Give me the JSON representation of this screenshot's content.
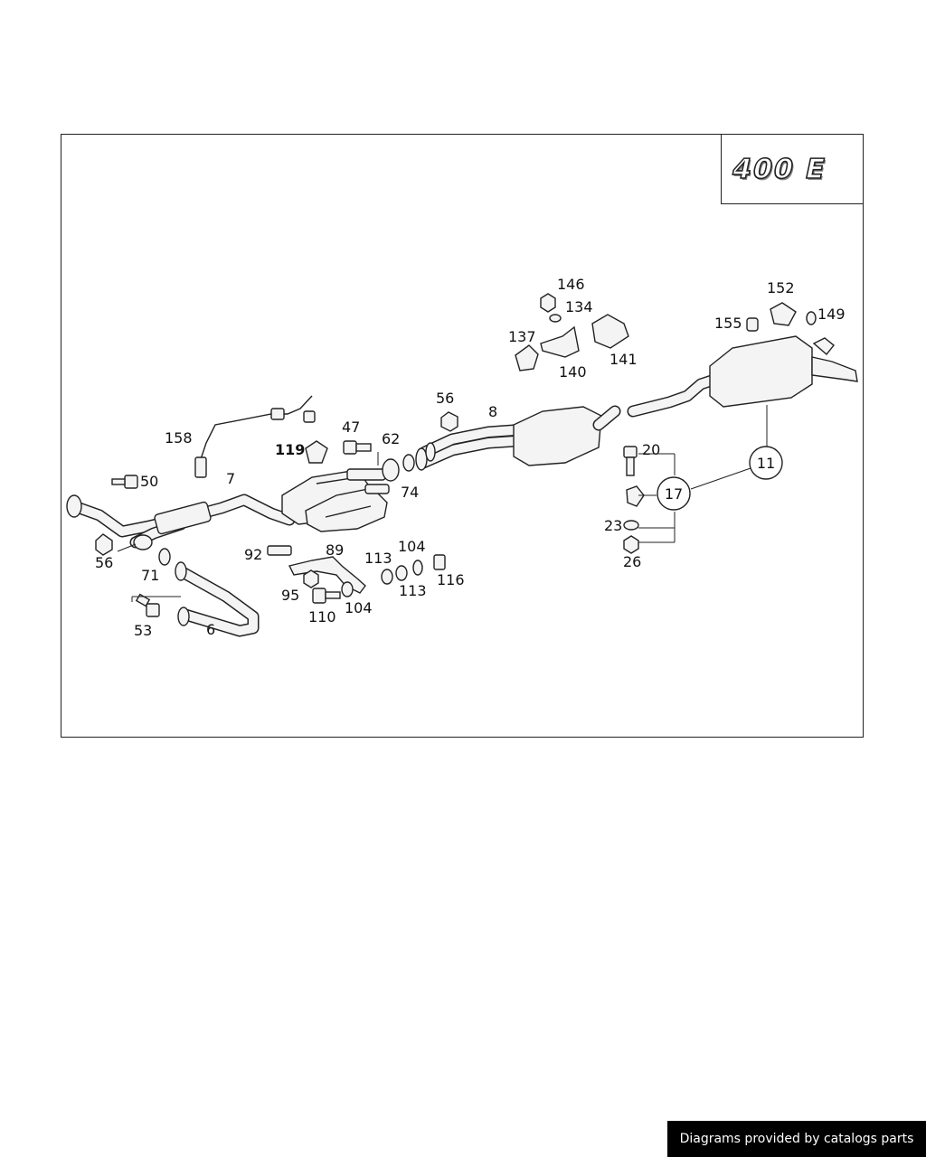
{
  "badge": "400 E",
  "callouts": {
    "p146": "146",
    "p134": "134",
    "p137": "137",
    "p140": "140",
    "p141": "141",
    "p152": "152",
    "p155": "155",
    "p149": "149",
    "p56a": "56",
    "p8": "8",
    "p47": "47",
    "p62": "62",
    "p119": "119",
    "p74": "74",
    "p158": "158",
    "p7": "7",
    "p50": "50",
    "p20": "20",
    "p17": "17",
    "p11": "11",
    "p23": "23",
    "p26": "26",
    "p56b": "56",
    "p71": "71",
    "p53": "53",
    "p6": "6",
    "p92": "92",
    "p89": "89",
    "p95": "95",
    "p110": "110",
    "p104a": "104",
    "p113a": "113",
    "p104b": "104",
    "p113b": "113",
    "p116": "116"
  },
  "credit": "Diagrams provided by catalogs parts"
}
